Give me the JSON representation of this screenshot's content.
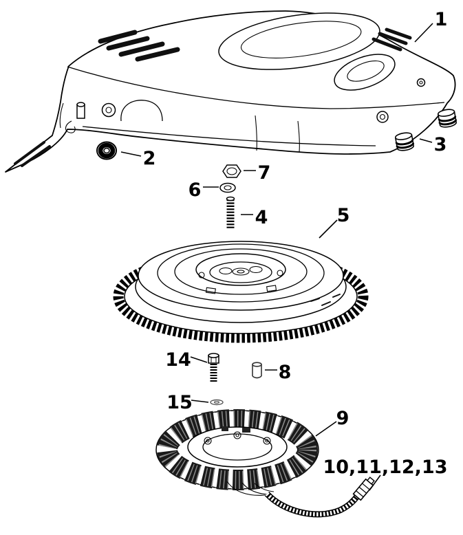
{
  "diagram": {
    "description_colors": {
      "background": "#ffffff",
      "line": "#000000"
    },
    "callouts": [
      {
        "label": "1"
      },
      {
        "label": "2"
      },
      {
        "label": "3"
      },
      {
        "label": "4"
      },
      {
        "label": "5"
      },
      {
        "label": "6"
      },
      {
        "label": "7"
      },
      {
        "label": "8"
      },
      {
        "label": "9"
      },
      {
        "label": "10,11,12,13"
      },
      {
        "label": "14"
      },
      {
        "label": "15"
      }
    ]
  }
}
